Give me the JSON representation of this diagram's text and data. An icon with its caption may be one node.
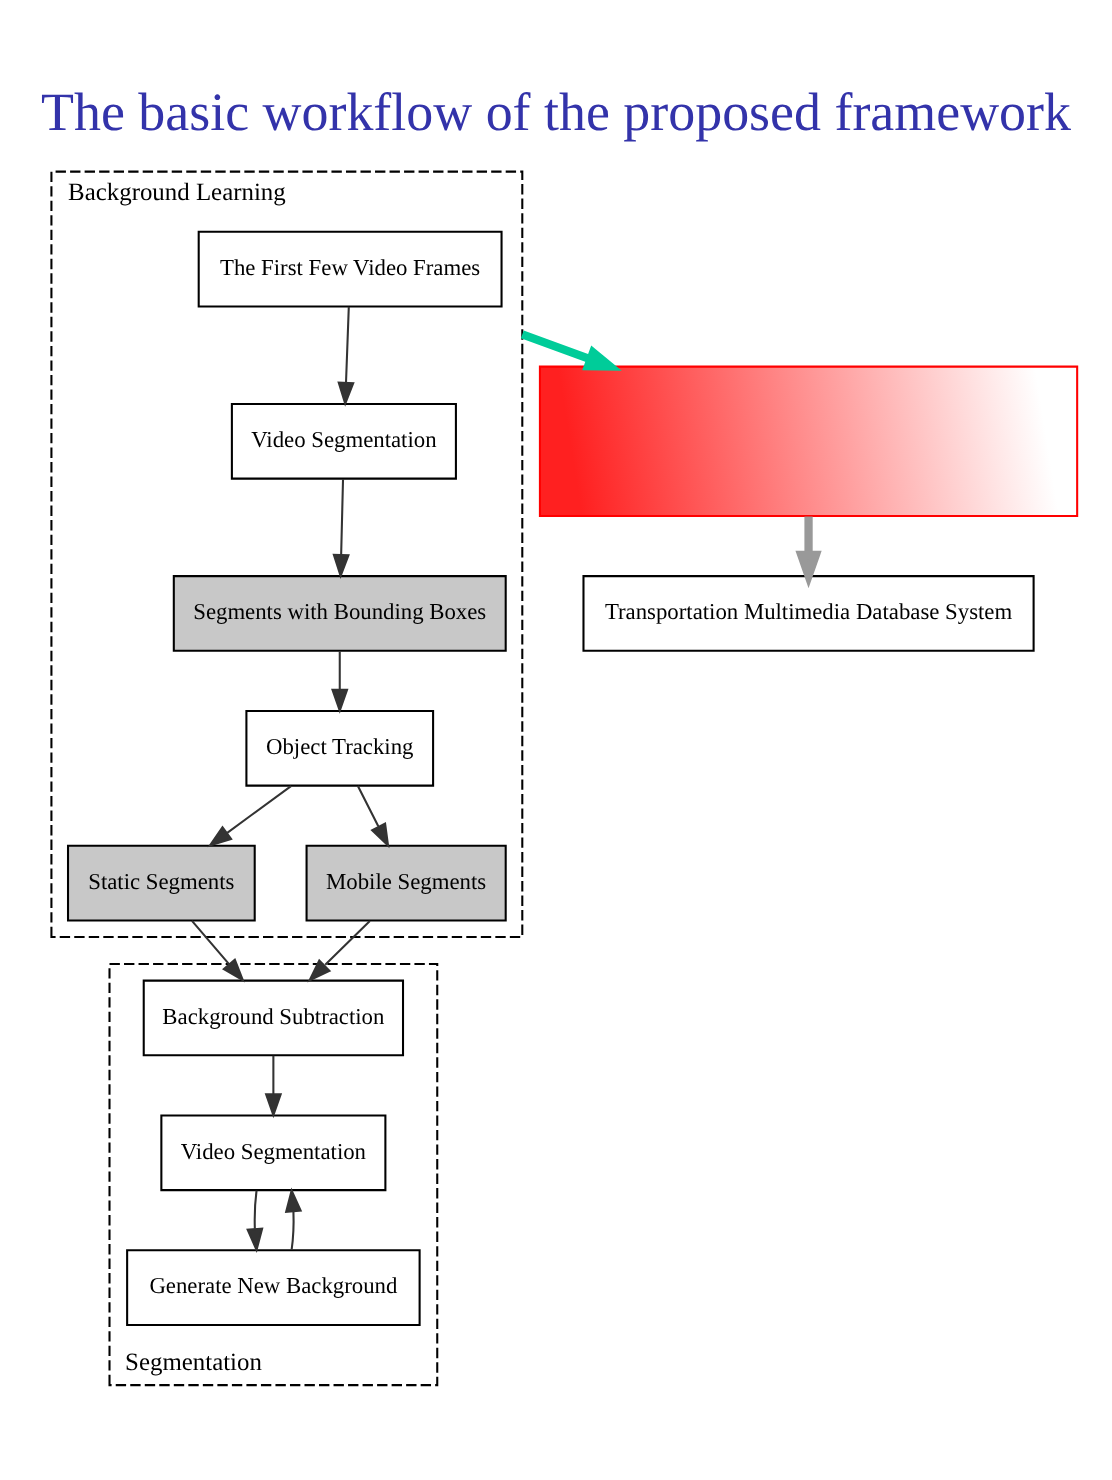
{
  "diagram": {
    "title": "The basic workflow of the proposed framework",
    "nodes": [
      {
        "text": [
          "Background Learning"
        ]
      },
      {
        "text": [
          "The First Few Video Frames"
        ],
        "in": 0
      },
      {
        "text": [
          "Video Segmentation"
        ],
        "in": 0
      },
      {
        "text": [
          "Segments with Bounding Boxes"
        ],
        "in": 0
      },
      {
        "text": [
          "Object Tracking"
        ],
        "in": 0
      },
      {
        "text": [
          "Static Segments"
        ],
        "in": 0
      },
      {
        "text": [
          "Mobile Segments"
        ],
        "in": 0
      },
      {
        "text": [
          "Segmentation"
        ]
      },
      {
        "text": [
          "Background Subtraction"
        ],
        "in": 7
      },
      {
        "text": [
          "Video Segmentation"
        ],
        "in": 7
      },
      {
        "text": [
          "Generate New Background"
        ],
        "in": 7
      },
      {
        "text": [],
        "shape": "box"
      },
      {
        "text": [
          "Transportation Multimedia Database System"
        ]
      }
    ],
    "edges": [
      {
        "from": 1,
        "to": 2,
        "arrow": "to"
      },
      {
        "from": 2,
        "to": 3,
        "arrow": "to"
      },
      {
        "from": 3,
        "to": 4,
        "arrow": "to"
      },
      {
        "from": 4,
        "to": 5,
        "arrow": "to"
      },
      {
        "from": 4,
        "to": 6,
        "arrow": "to"
      },
      {
        "from": 5,
        "to": 8,
        "arrow": "to"
      },
      {
        "from": 6,
        "to": 8,
        "arrow": "to"
      },
      {
        "from": 8,
        "to": 9,
        "arrow": "to"
      },
      {
        "from": 9,
        "to": 10,
        "arrow": "to"
      },
      {
        "from": 10,
        "to": 9,
        "arrow": "to"
      },
      {
        "from": 0,
        "to": 11,
        "arrow": "to",
        "style": "thick",
        "color": "#00cc99"
      },
      {
        "from": 11,
        "to": 12,
        "arrow": "to",
        "style": "thick",
        "color": "#999999"
      }
    ]
  }
}
